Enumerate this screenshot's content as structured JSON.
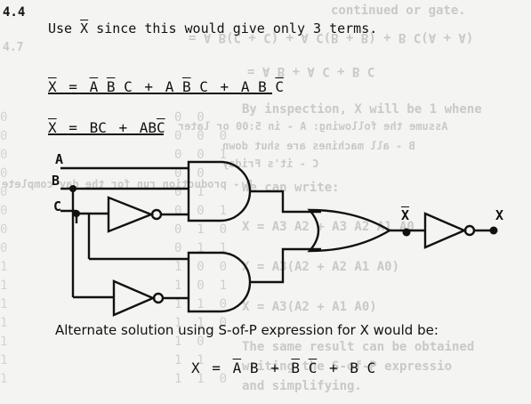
{
  "section_number": "4.4",
  "intro": {
    "before": "Use ",
    "xbar": "X",
    "after": " since this would give only 3 terms."
  },
  "equation1": {
    "lhs": "X",
    "eq": "=",
    "term1": [
      "A",
      "B",
      "C"
    ],
    "plus": "+",
    "term2": [
      "A",
      "B",
      "C"
    ],
    "term3": [
      "A",
      "B",
      "C"
    ]
  },
  "equation2": {
    "lhs": "X",
    "eq": "=",
    "t1": "BC",
    "plus": "+",
    "t2_a": "AB",
    "t2_c": "C"
  },
  "circuit": {
    "input_a": "A",
    "input_b": "B",
    "input_c": "C",
    "output_xbar": "X",
    "output_x": "X"
  },
  "alternate_text": "Alternate solution using S-of-P expression for X would be:",
  "equation3": {
    "lhs": "X",
    "eq": "=",
    "t1_a": "A",
    "t1_b": "B",
    "plus": "+",
    "t2_b": "B",
    "t2_c": "C",
    "t3": "B C"
  },
  "bleed_through": {
    "top_right": "continued or gate.",
    "expr1": "= A B(C + C) + A C(B + B) + B C(A + A)",
    "num": "4.7",
    "expr2": "= A B + A C + B C",
    "inspection": "By inspection, X will be 1 whene",
    "assume": "Assume the following: A - in 5:00 or later",
    "machines": "B - all machines are shut down",
    "friday": "C - it's Friday",
    "complete": "D - production run for the day complete",
    "can_write": "We can write:",
    "exp_a": "X = A3 A2 + A3 A2 A1 A0",
    "exp_b": "X = A3(A2 + A2 A1 A0)",
    "exp_c": "X = A3(A2 + A1 A0)",
    "same1": "The same result can be obtained",
    "same2": "writing the S-of-P expressio",
    "same3": "and simplifying.",
    "table_col": "0\n0\n0\n0\n0\n0\n0\n0\n1\n1\n1\n1\n1\n1\n1",
    "table_cols": "0  0\n0  0  0\n0  0  1\n0  0\n0  1\n0  0  1\n0  1  0\n0  1  1\n1  0  0\n1  0  1\n1  1  0\n1  1  0\n1  0\n1  1\n1  1  0"
  }
}
